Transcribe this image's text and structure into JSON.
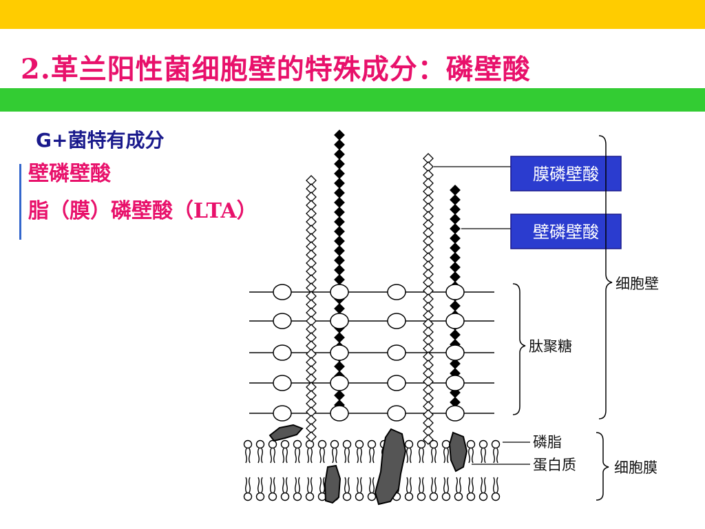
{
  "title": "2.革兰阳性菌细胞壁的特殊成分：磷壁酸",
  "subtitle": "G+菌特有成分",
  "components": [
    "壁磷壁酸",
    "脂（膜）磷壁酸（LTA）"
  ],
  "diagram": {
    "box_labels": {
      "membrane_teichoic_acid": "膜磷壁酸",
      "wall_teichoic_acid": "壁磷壁酸"
    },
    "side_labels": {
      "peptidoglycan": "肽聚糖",
      "cell_wall": "细胞壁",
      "phospholipid": "磷脂",
      "protein": "蛋白质",
      "cell_membrane": "细胞膜"
    }
  },
  "colors": {
    "top_band": "#ffcc00",
    "green_band": "#33cc33",
    "title": "#e8116b",
    "subtitle": "#1a1a8c",
    "label_box": "#2b3ccf"
  }
}
